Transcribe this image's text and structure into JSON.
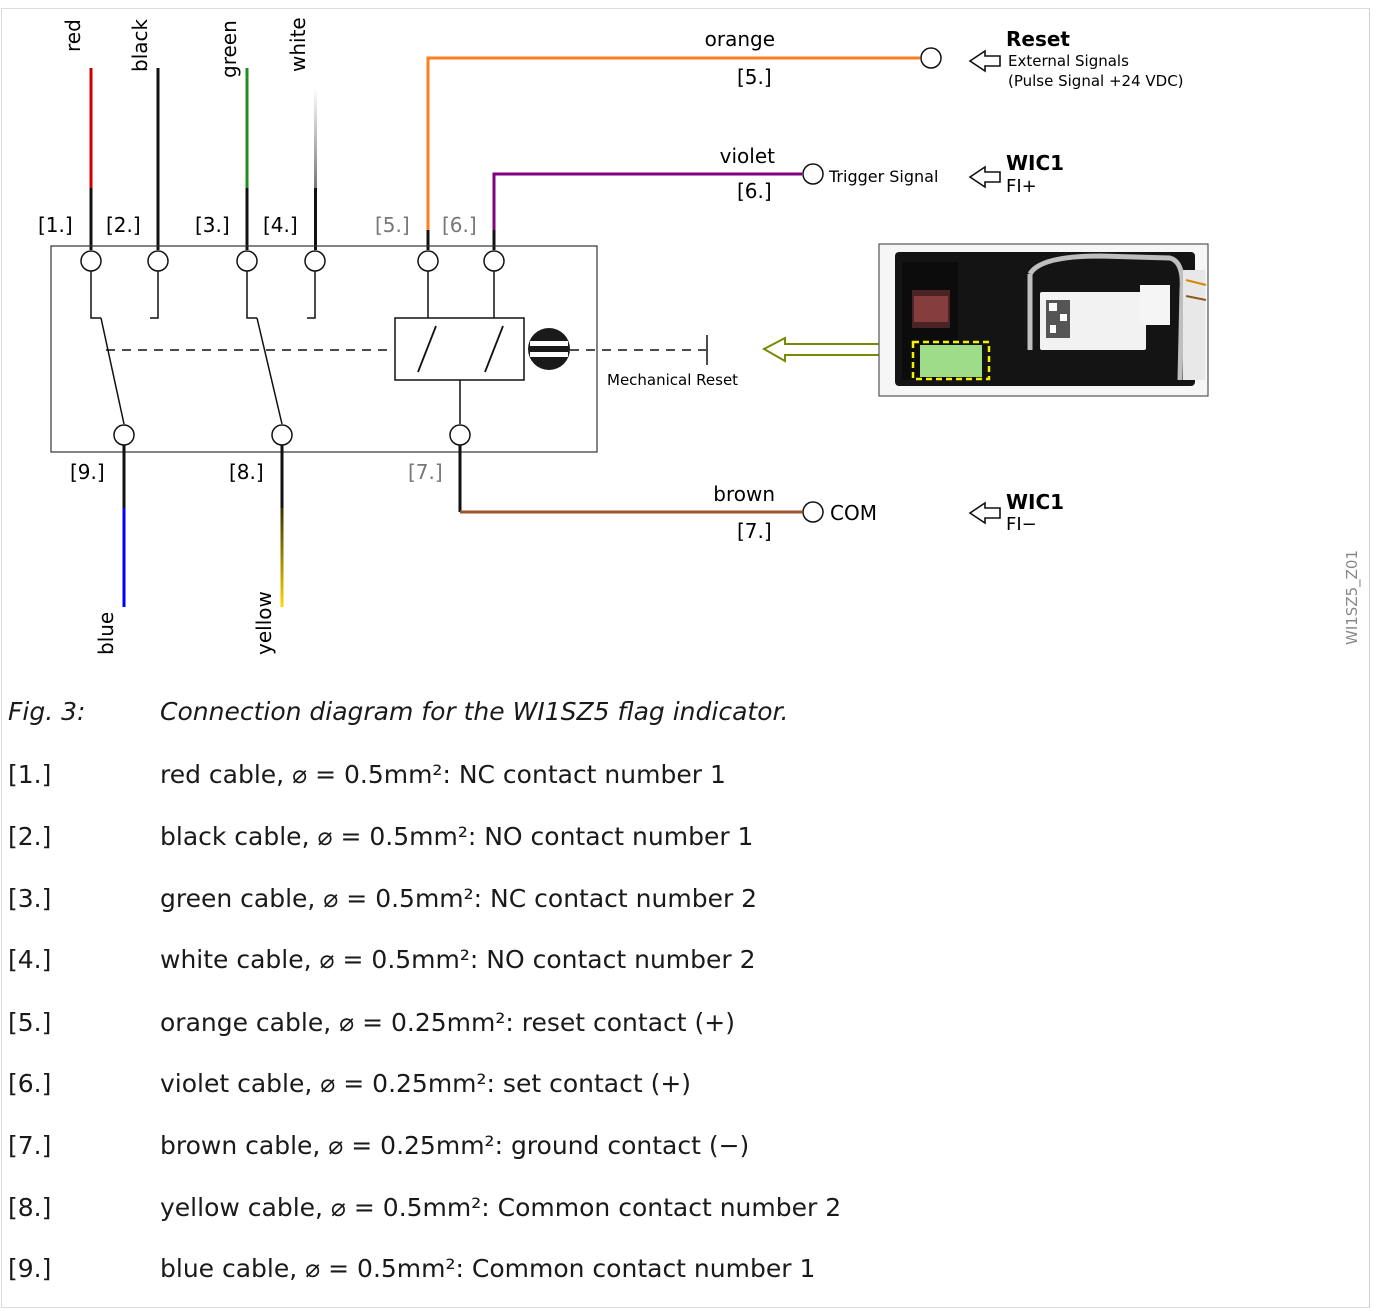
{
  "diagram": {
    "top_wires": [
      "red",
      "black",
      "green",
      "white"
    ],
    "wire_colors": {
      "red": "#cc0000",
      "black": "#111111",
      "green": "#228b22",
      "white": "#bbbbbb",
      "orange": "#ff7f1e",
      "violet": "#800080",
      "brown": "#a0522d",
      "blue": "#0000ff",
      "yellow": "#ffd700"
    },
    "terminals_top": [
      "[1.]",
      "[2.]",
      "[3.]",
      "[4.]",
      "[5.]",
      "[6.]"
    ],
    "terminals_bottom": [
      "[9.]",
      "[8.]",
      "[7.]"
    ],
    "bottom_wires": [
      "blue",
      "yellow"
    ],
    "orange_line": {
      "color_label": "orange",
      "ref": "[5.]"
    },
    "violet_line": {
      "color_label": "violet",
      "ref": "[6.]",
      "signal": "Trigger Signal"
    },
    "brown_line": {
      "color_label": "brown",
      "ref": "[7.]",
      "signal": "COM"
    },
    "reset_block": {
      "title": "Reset",
      "line1": "External Signals",
      "line2": "(Pulse Signal +24 VDC)"
    },
    "wic_plus": {
      "title": "WIC1",
      "sub": "FI+"
    },
    "wic_minus": {
      "title": "WIC1",
      "sub": "FI−"
    },
    "mechanical_reset": "Mechanical Reset",
    "figure_id": "WI1SZ5_Z01",
    "device_photo_icon": "flag-indicator-photo"
  },
  "caption": {
    "label": "Fig. 3:",
    "text": "Connection diagram for the WI1SZ5 flag indicator."
  },
  "legend": [
    {
      "num": "[1.]",
      "desc": "red cable, ⌀ = 0.5mm²: NC contact number 1"
    },
    {
      "num": "[2.]",
      "desc": "black cable, ⌀ = 0.5mm²: NO contact number 1"
    },
    {
      "num": "[3.]",
      "desc": "green cable, ⌀ = 0.5mm²: NC contact number 2"
    },
    {
      "num": "[4.]",
      "desc": "white cable, ⌀ = 0.5mm²: NO contact number 2"
    },
    {
      "num": "[5.]",
      "desc": "orange cable, ⌀ = 0.25mm²: reset contact (+)"
    },
    {
      "num": "[6.]",
      "desc": "violet cable, ⌀ = 0.25mm²: set contact (+)"
    },
    {
      "num": "[7.]",
      "desc": "brown cable, ⌀ = 0.25mm²: ground contact (−)"
    },
    {
      "num": "[8.]",
      "desc": "yellow cable, ⌀ = 0.5mm²: Common contact number 2"
    },
    {
      "num": "[9.]",
      "desc": "blue cable, ⌀ = 0.5mm²: Common contact number 1"
    }
  ]
}
